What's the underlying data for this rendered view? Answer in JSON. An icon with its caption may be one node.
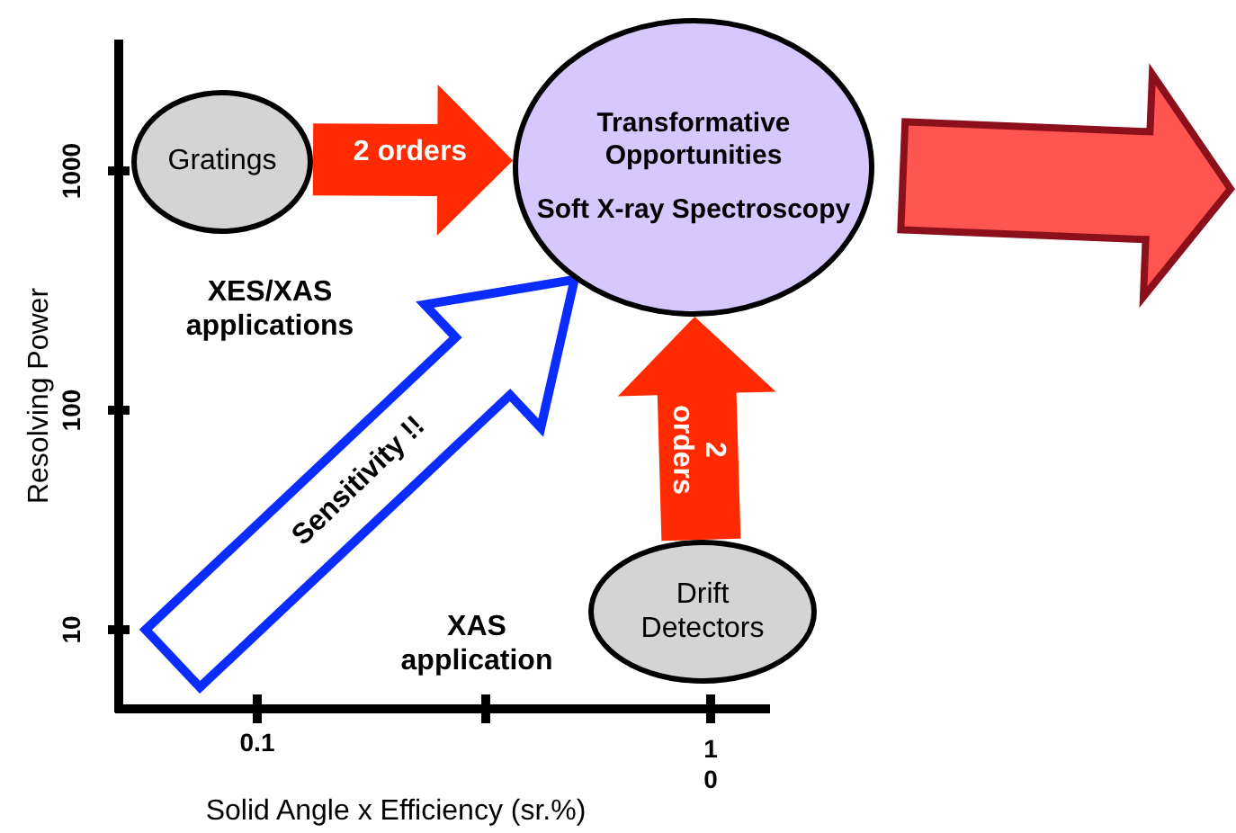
{
  "diagram": {
    "nodes": [
      {
        "text": [
          "Gratings"
        ]
      },
      {
        "text": [
          "Transformative Opportunities",
          "Soft X-ray Spectroscopy"
        ]
      },
      {
        "text": [
          "Drift Detectors"
        ]
      }
    ],
    "edges": [
      {
        "from": 0,
        "to": 1,
        "arrow": "to",
        "label": "2 orders",
        "color": "#ff2a00"
      },
      {
        "from": 2,
        "to": 1,
        "arrow": "to",
        "label": "2 orders",
        "color": "#ff2a00"
      },
      {
        "from": null,
        "to": 1,
        "arrow": "to",
        "label": "Sensitivity !!",
        "color": "#0a2cff"
      },
      {
        "from": 1,
        "to": null,
        "arrow": "to",
        "color": "#8b101c"
      }
    ],
    "labels": [
      "Resolving Power",
      "1000",
      "100",
      "10",
      "XES/XAS applications",
      "XAS application",
      "0.1",
      "10",
      "Solid Angle x Efficiency (sr.%)"
    ]
  }
}
